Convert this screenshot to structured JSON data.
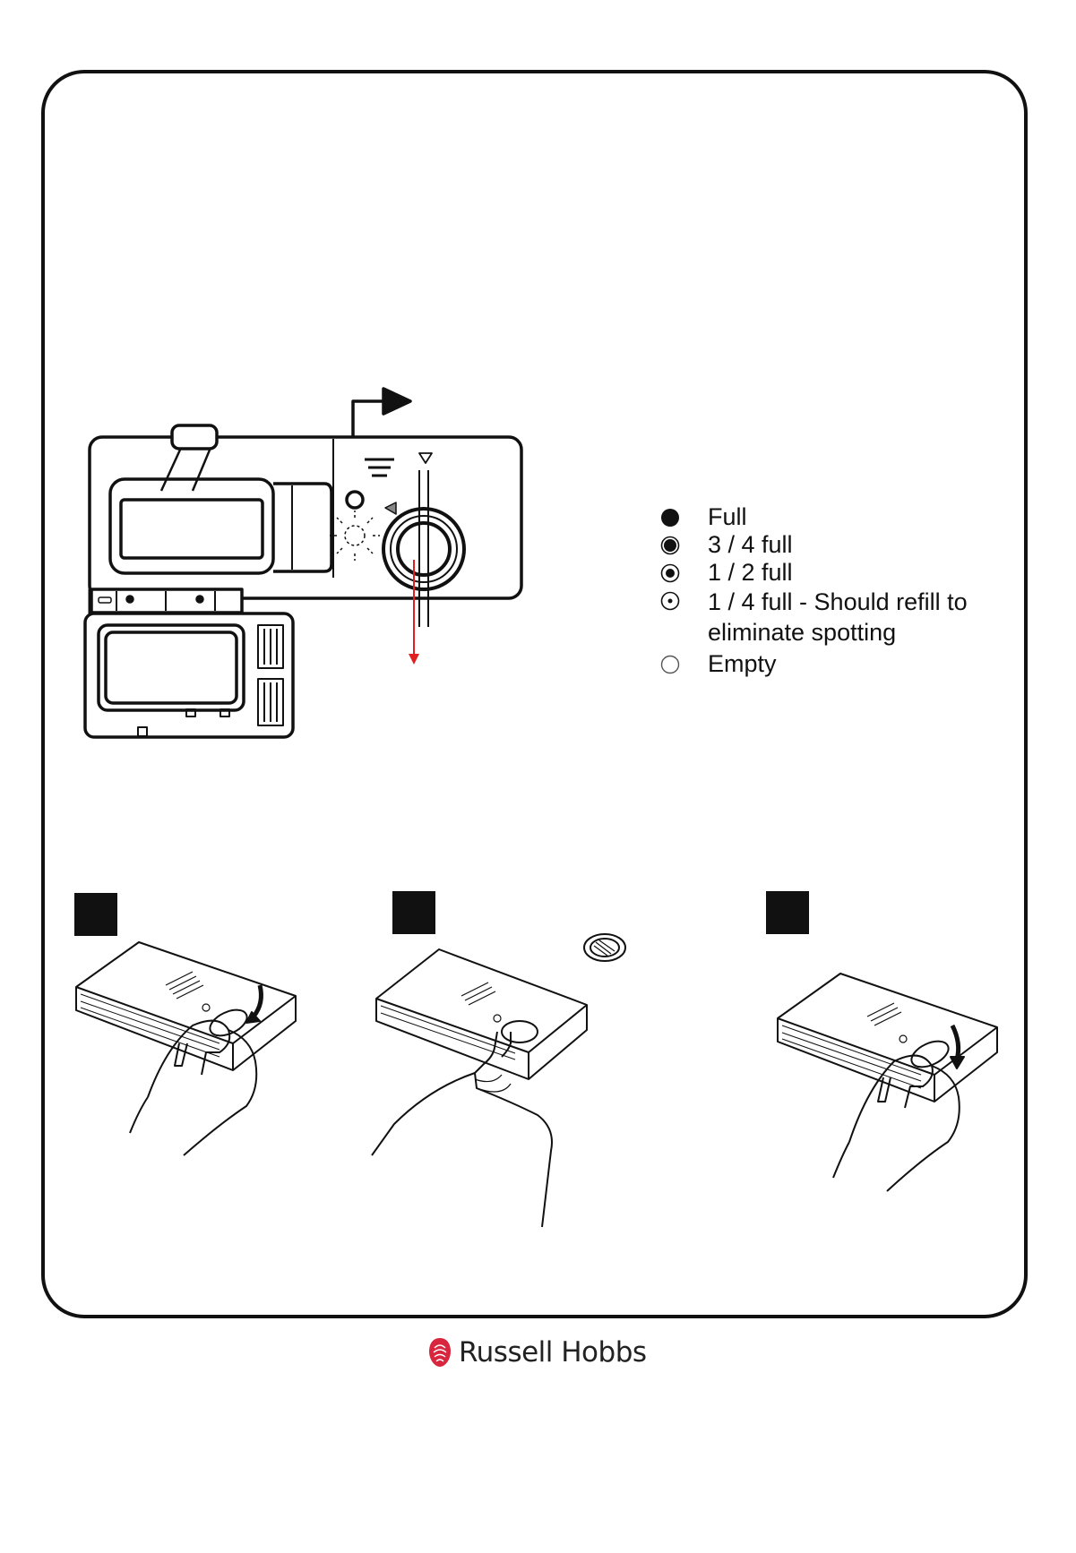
{
  "legend": {
    "items": [
      {
        "symbol": "full-icon",
        "label": "Full"
      },
      {
        "symbol": "three-quarter-icon",
        "label": "3 / 4 full"
      },
      {
        "symbol": "half-icon",
        "label": "1 / 2 full"
      },
      {
        "symbol": "quarter-icon",
        "label": "1 / 4 full - Should refill to\neliminate spotting"
      },
      {
        "symbol": "empty-icon",
        "label": "Empty"
      }
    ]
  },
  "steps": {
    "badges": [
      "step-1-badge",
      "step-2-badge",
      "step-3-badge"
    ]
  },
  "brand": {
    "name": "Russell Hobbs",
    "logo_color": "#d7263d"
  },
  "colors": {
    "line": "#111111",
    "indicator_arrow": "#e02020",
    "frame": "#111111"
  }
}
